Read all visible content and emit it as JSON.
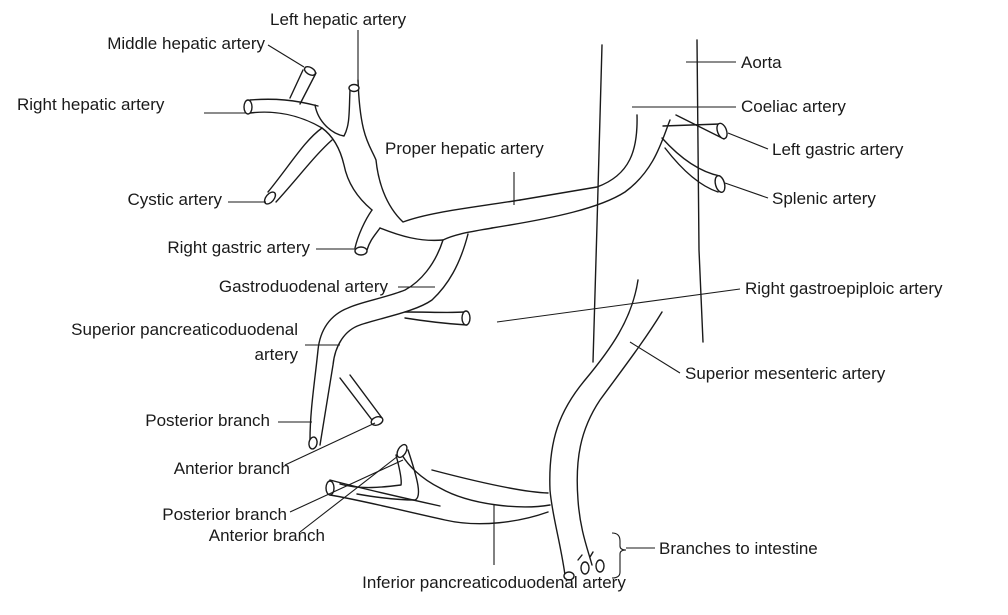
{
  "labels": {
    "left_hepatic": "Left hepatic artery",
    "middle_hepatic": "Middle hepatic artery",
    "right_hepatic": "Right hepatic artery",
    "cystic": "Cystic artery",
    "proper_hepatic": "Proper hepatic artery",
    "right_gastric": "Right gastric artery",
    "gastroduodenal": "Gastroduodenal artery",
    "sup_pancreaticoduodenal_line1": "Superior pancreaticoduodenal",
    "sup_pancreaticoduodenal_line2": "artery",
    "posterior_branch_upper": "Posterior branch",
    "anterior_branch_upper": "Anterior branch",
    "posterior_branch_lower": "Posterior branch",
    "anterior_branch_lower": "Anterior branch",
    "inferior_pancreaticoduodenal": "Inferior pancreaticoduodenal artery",
    "aorta": "Aorta",
    "coeliac": "Coeliac artery",
    "left_gastric": "Left gastric artery",
    "splenic": "Splenic artery",
    "right_gastroepiploic": "Right gastroepiploic artery",
    "superior_mesenteric": "Superior mesenteric artery",
    "branches_to_intestine": "Branches to intestine"
  }
}
